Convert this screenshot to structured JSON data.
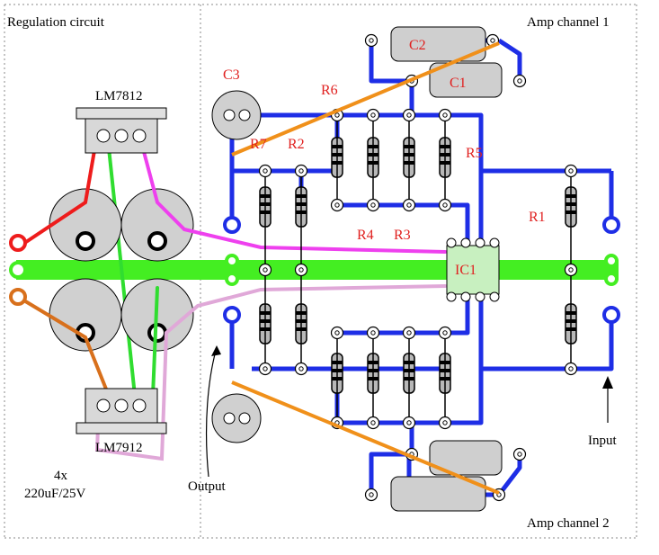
{
  "labels": {
    "regulation": "Regulation circuit",
    "amp1": "Amp channel 1",
    "amp2": "Amp channel 2",
    "lm7812": "LM7812",
    "lm7912": "LM7912",
    "caps_count": "4x",
    "caps_value": "220uF/25V",
    "output": "Output",
    "input": "Input"
  },
  "parts": {
    "c1": "C1",
    "c2": "C2",
    "c3": "C3",
    "r1": "R1",
    "r2": "R2",
    "r3": "R3",
    "r4": "R4",
    "r5": "R5",
    "r6": "R6",
    "r7": "R7",
    "ic1": "IC1"
  },
  "colors": {
    "trace": "#1e2ee6",
    "ground": "#44ee22",
    "jumper_orange": "#f0901a",
    "wire_red": "#ee1c1c",
    "wire_magenta": "#ee40ee",
    "wire_pink": "#e0a8d8",
    "wire_brown": "#d8701c",
    "wire_green": "#30dd30",
    "cap_fill": "#d0d0d0",
    "ic_fill": "#c8f0c0"
  }
}
